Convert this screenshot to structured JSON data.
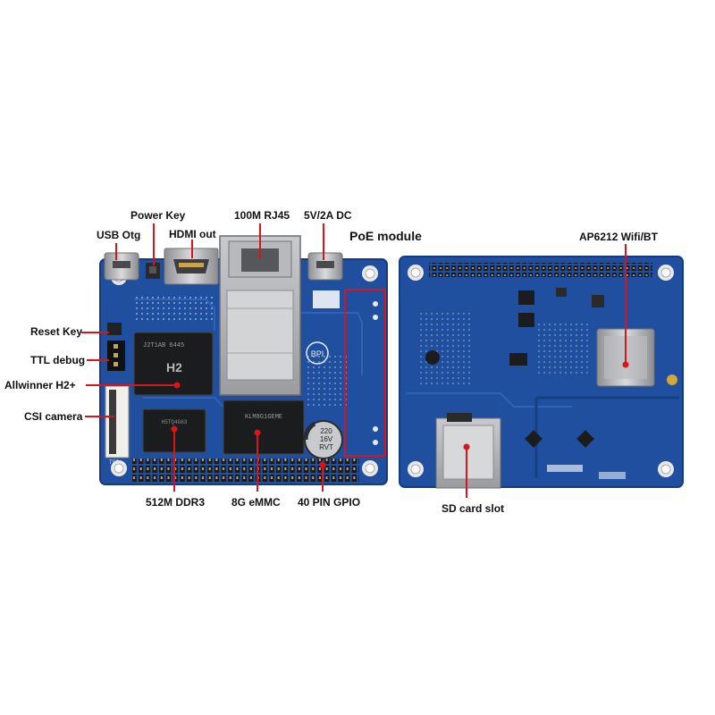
{
  "labels": {
    "usb_otg": "USB Otg",
    "power_key": "Power Key",
    "hdmi_out": "HDMI out",
    "rj45": "100M RJ45",
    "dc": "5V/2A DC",
    "poe": "PoE module",
    "wifi": "AP6212 Wifi/BT",
    "reset_key": "Reset Key",
    "ttl_debug": "TTL debug",
    "soc": "Allwinner H2+",
    "csi": "CSI camera",
    "ddr": "512M DDR3",
    "emmc": "8G eMMC",
    "gpio": "40 PIN GPIO",
    "sd": "SD card slot"
  },
  "chip_marks": {
    "soc_mark": "H2",
    "soc_code": "J2T1AB 6445",
    "emmc_mark": "KLM8G1GEME",
    "ddr_mark": "H5TQ4G63",
    "cap_line1": "220",
    "cap_line2": "16V",
    "cap_line3": "RVT",
    "logo": "BPI"
  },
  "colors": {
    "board": "#1f4f9e",
    "board_dark": "#163a7a",
    "callout_line": "#d8141c",
    "label": "#111111"
  }
}
